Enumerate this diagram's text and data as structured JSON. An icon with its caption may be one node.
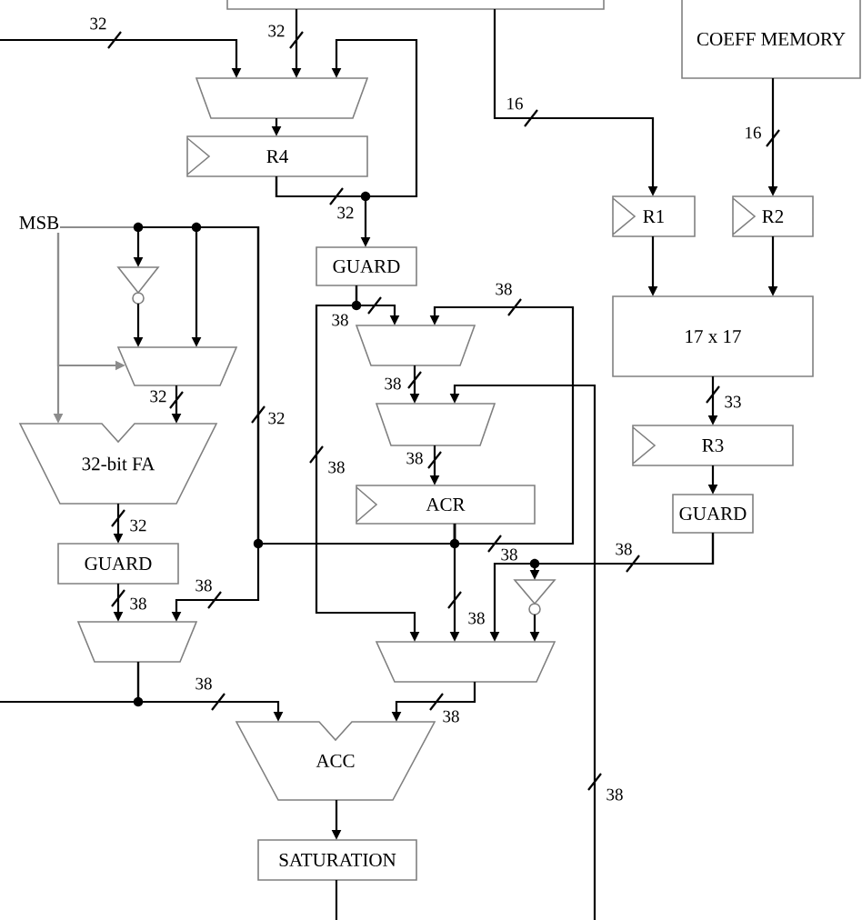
{
  "diagram": {
    "nodes": [
      {
        "text": [],
        "shape": "box"
      },
      {
        "text": [
          "COEFF MEMORY"
        ]
      },
      {
        "text": [],
        "shape": "trapezoid"
      },
      {
        "text": [
          "R4"
        ]
      },
      {
        "text": [
          "R1"
        ]
      },
      {
        "text": [
          "R2"
        ]
      },
      {
        "text": [
          "MSB"
        ]
      },
      {
        "text": [
          "GUARD"
        ]
      },
      {
        "text": [],
        "shape": "triangle"
      },
      {
        "text": [
          "17 x 17"
        ]
      },
      {
        "text": [],
        "shape": "trapezoid"
      },
      {
        "text": [],
        "shape": "trapezoid"
      },
      {
        "text": [],
        "shape": "trapezoid"
      },
      {
        "text": [
          "32-bit FA"
        ]
      },
      {
        "text": [
          "R3"
        ]
      },
      {
        "text": [
          "ACR"
        ]
      },
      {
        "text": [
          "GUARD"
        ]
      },
      {
        "text": [
          "GUARD"
        ]
      },
      {
        "text": [],
        "shape": "triangle"
      },
      {
        "text": [],
        "shape": "trapezoid"
      },
      {
        "text": [],
        "shape": "trapezoid"
      },
      {
        "text": [
          "ACC"
        ]
      },
      {
        "text": [
          "SATURATION"
        ]
      }
    ],
    "edges": [
      {
        "from": null,
        "to": 2,
        "arrow": "to",
        "label": "32"
      },
      {
        "from": 0,
        "to": 2,
        "arrow": "to",
        "label": "32"
      },
      {
        "from": 0,
        "to": 4,
        "arrow": "to",
        "label": "16"
      },
      {
        "from": 1,
        "to": 5,
        "arrow": "to",
        "label": "16"
      },
      {
        "from": 2,
        "to": 3,
        "arrow": "to"
      },
      {
        "from": 3,
        "to": 2,
        "arrow": "to"
      },
      {
        "from": 3,
        "to": 7,
        "arrow": "to",
        "label": "32"
      },
      {
        "from": 4,
        "to": 9,
        "arrow": "to"
      },
      {
        "from": 5,
        "to": 9,
        "arrow": "to"
      },
      {
        "from": 9,
        "to": 14,
        "arrow": "to",
        "label": "33"
      },
      {
        "from": 14,
        "to": 16,
        "arrow": "to"
      },
      {
        "from": 7,
        "to": 10,
        "arrow": "to",
        "label": "38"
      },
      {
        "from": 7,
        "to": 20,
        "arrow": "to",
        "label": "38"
      },
      {
        "from": 10,
        "to": 12,
        "arrow": "to",
        "label": "38"
      },
      {
        "from": null,
        "to": 12,
        "arrow": "to",
        "label": "38"
      },
      {
        "from": 12,
        "to": 15,
        "arrow": "to",
        "label": "38"
      },
      {
        "from": 15,
        "to": 10,
        "arrow": "to",
        "label": "38"
      },
      {
        "from": 15,
        "to": 20,
        "arrow": "to",
        "label": "38"
      },
      {
        "from": 15,
        "to": 19,
        "arrow": "to",
        "label": "38"
      },
      {
        "from": 15,
        "to": 11,
        "arrow": "to",
        "label": "32"
      },
      {
        "from": 15,
        "to": 8,
        "arrow": "to"
      },
      {
        "from": 15,
        "to": 6,
        "arrow": "none",
        "color": "#8c8c8c"
      },
      {
        "from": 6,
        "to": 13,
        "arrow": "to",
        "color": "#8c8c8c"
      },
      {
        "from": 6,
        "to": 11,
        "arrow": "to",
        "color": "#8c8c8c"
      },
      {
        "from": 8,
        "to": 11,
        "arrow": "to"
      },
      {
        "from": 11,
        "to": 13,
        "arrow": "to",
        "label": "32"
      },
      {
        "from": 13,
        "to": 17,
        "arrow": "to",
        "label": "32"
      },
      {
        "from": 17,
        "to": 19,
        "arrow": "to",
        "label": "38"
      },
      {
        "from": 16,
        "to": 20,
        "arrow": "to",
        "label": "38"
      },
      {
        "from": 16,
        "to": 18,
        "arrow": "to"
      },
      {
        "from": 18,
        "to": 20,
        "arrow": "to"
      },
      {
        "from": 19,
        "to": 21,
        "arrow": "to",
        "label": "38"
      },
      {
        "from": 19,
        "to": null,
        "arrow": "none"
      },
      {
        "from": 20,
        "to": 21,
        "arrow": "to",
        "label": "38"
      },
      {
        "from": 21,
        "to": 22,
        "arrow": "to"
      },
      {
        "from": 22,
        "to": null,
        "arrow": "none"
      }
    ],
    "labels": [
      "38"
    ]
  }
}
